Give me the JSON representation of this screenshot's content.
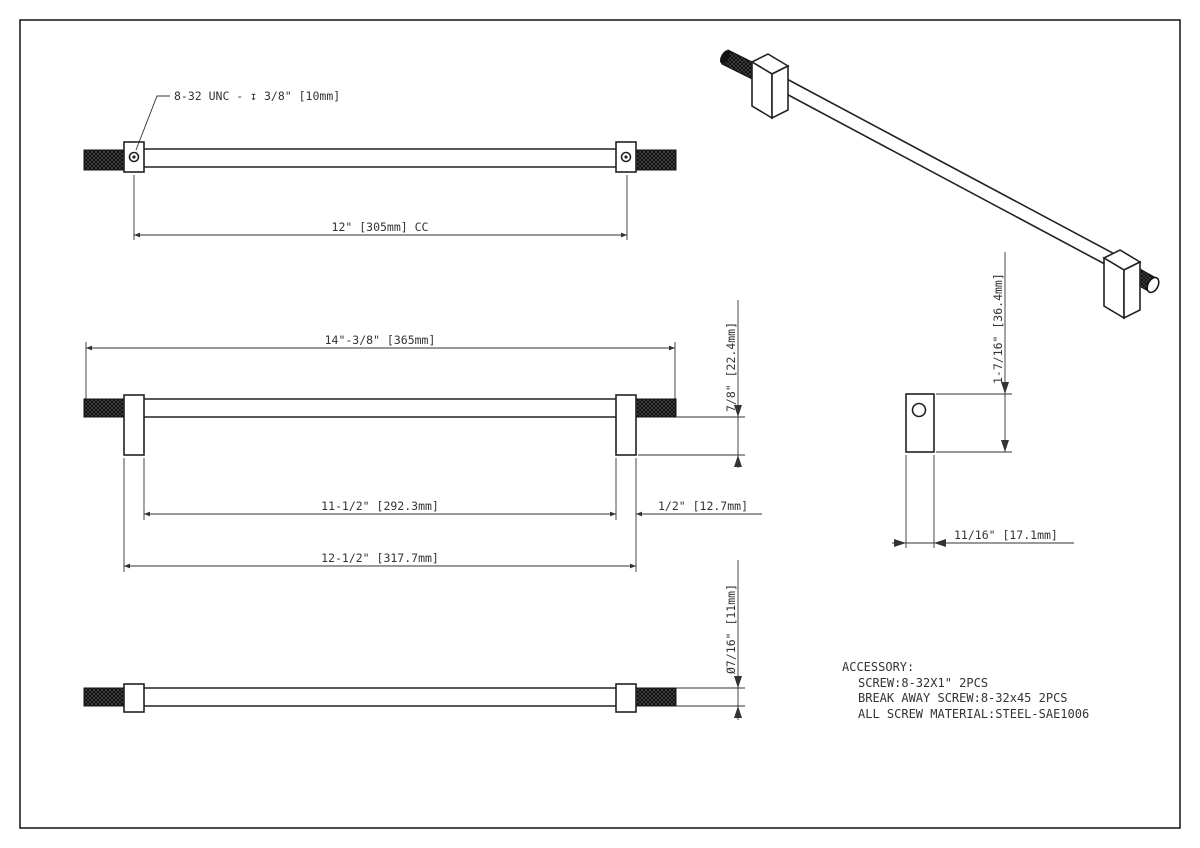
{
  "annotations": {
    "thread_spec": "8-32 UNC - ↧ 3/8\" [10mm]",
    "cc": "12\" [305mm] CC",
    "overall_length": "14\"-3/8\" [365mm]",
    "height": "7/8\" [22.4mm]",
    "inner_span": "11-1/2\" [292.3mm]",
    "post_width": "1/2\" [12.7mm]",
    "outer_span": "12-1/2\" [317.7mm]",
    "bar_diameter": "Ø7/16\" [11mm]",
    "post_height": "1-7/16\" [36.4mm]",
    "post_depth": "11/16\" [17.1mm]"
  },
  "accessory": {
    "heading": "ACCESSORY:",
    "lines": [
      "SCREW:8-32X1\" 2PCS",
      "BREAK AWAY SCREW:8-32x45 2PCS",
      "ALL SCREW MATERIAL:STEEL-SAE1006"
    ]
  }
}
